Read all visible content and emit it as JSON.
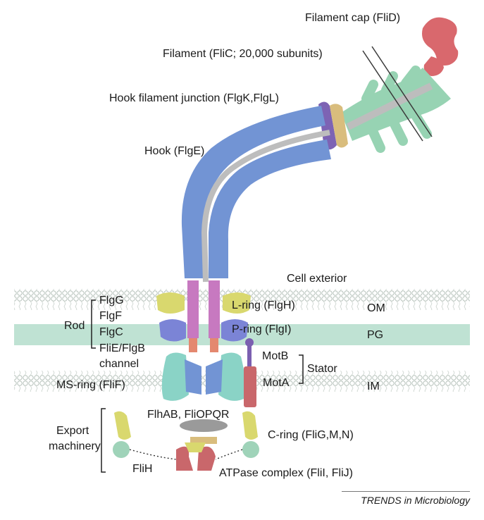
{
  "labels": {
    "filament_cap": "Filament cap (FliD)",
    "filament": "Filament (FliC; 20,000 subunits)",
    "hook_filament_junction": "Hook filament junction (FlgK,FlgL)",
    "hook": "Hook (FlgE)",
    "cell_exterior": "Cell exterior",
    "flgG": "FlgG",
    "flgF": "FlgF",
    "rod": "Rod",
    "flgC": "FlgC",
    "flie_flgb": "FliE/FlgB",
    "channel": "channel",
    "l_ring": "L-ring (FlgH)",
    "p_ring": "P-ring (FlgI)",
    "om": "OM",
    "pg": "PG",
    "im": "IM",
    "motB": "MotB",
    "motA": "MotA",
    "stator": "Stator",
    "ms_ring": "MS-ring (FliF)",
    "flhab": "FlhAB, FliOPQR",
    "export": "Export",
    "machinery": "machinery",
    "c_ring": "C-ring (FliG,M,N)",
    "fliH": "FliH",
    "atpase": "ATPase complex (FliI, FliJ)"
  },
  "credit": "TRENDS in Microbiology",
  "colors": {
    "filament": "#97d3b3",
    "cap": "#d9686d",
    "hook": "#7294d4",
    "junction_purple": "#7d63b4",
    "junction_tan": "#d9bd7d",
    "rod": "#c779c0",
    "rod_orange": "#e4886f",
    "l_ring": "#d9d86e",
    "p_ring": "#7b84d6",
    "ms_ring": "#8ad3c6",
    "c_ring": "#9fd3b9",
    "c_ring_arm": "#d9d86e",
    "stator": "#c9676b",
    "motb": "#7b5fb0",
    "atpase": "#c9676b",
    "membrane": "#e4eee8",
    "pg_band": "#bfe2d3",
    "grey": "#9a9a9a"
  }
}
